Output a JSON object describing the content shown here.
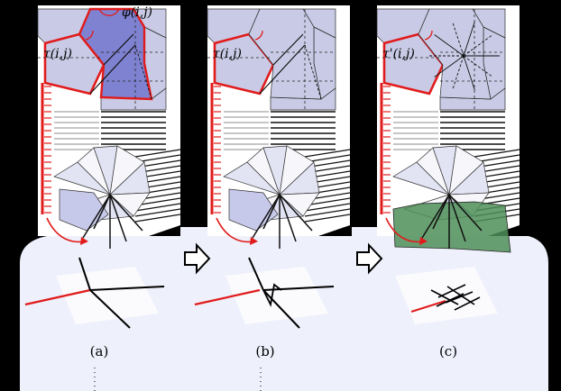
{
  "colors": {
    "background": "#000000",
    "panel": "#ffffff",
    "cell_fill": "#c9cbe6",
    "cell_highlight": "#7f82d0",
    "fan_fill": "#e2e4f4",
    "edge": "#2a2a2a",
    "highlight_edge": "#e11b1b",
    "foot_fill": "#f2f4fc",
    "green_fill": "#4f8f58"
  },
  "panels": [
    {
      "id": "a",
      "top_label": "τ(i,j)",
      "top_label_right": "φ(i,j)",
      "caption": "(a)"
    },
    {
      "id": "b",
      "top_label": "τ(i,j)",
      "caption": "(b)"
    },
    {
      "id": "c",
      "top_label": "τ'(i,j)",
      "caption": "(c)"
    }
  ],
  "arrow_icons": [
    "arrow-right-icon",
    "arrow-right-icon"
  ]
}
